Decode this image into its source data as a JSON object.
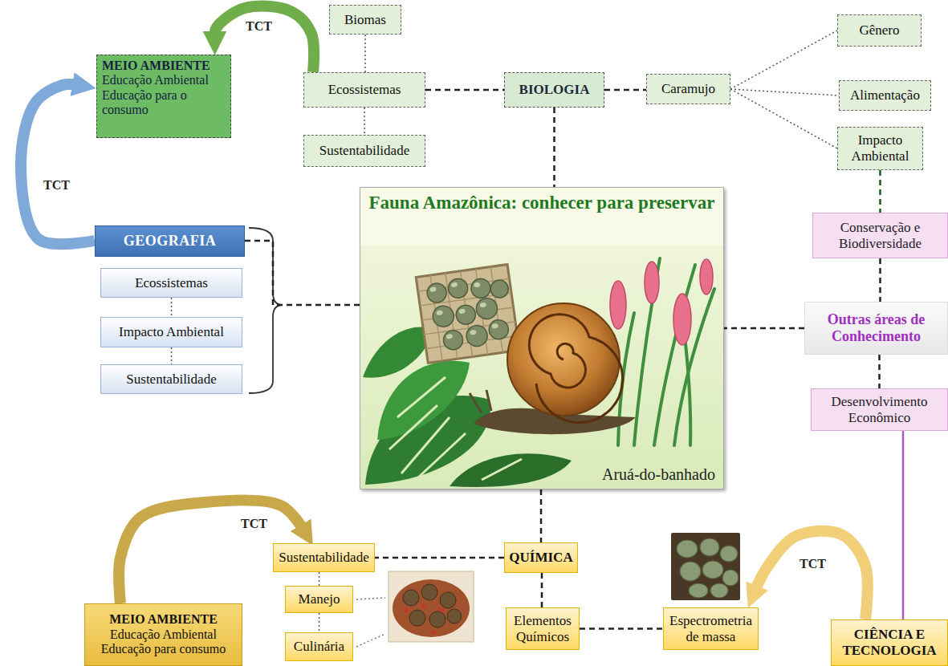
{
  "diagram": {
    "nodes": [
      {
        "text": [
          "MEIO AMBIENTE",
          "Educação Ambiental",
          "Educação para o consumo"
        ]
      },
      {
        "text": [
          "Biomas"
        ]
      },
      {
        "text": [
          "Ecossistemas"
        ]
      },
      {
        "text": [
          "BIOLOGIA"
        ]
      },
      {
        "text": [
          "Caramujo"
        ]
      },
      {
        "text": [
          "Gênero"
        ]
      },
      {
        "text": [
          "Alimentação"
        ]
      },
      {
        "text": [
          "Impacto Ambiental"
        ]
      },
      {
        "text": [
          "Sustentabilidade"
        ]
      },
      {
        "text": [
          "GEOGRAFIA"
        ]
      },
      {
        "text": [
          "Fauna Amazônica: conhecer para preservar",
          "Aruá-do-banhado"
        ]
      },
      {
        "text": [
          "Conservação e Biodiversidade"
        ]
      },
      {
        "text": [
          "Outras áreas de Conhecimento"
        ]
      },
      {
        "text": [
          "Ecossistemas"
        ]
      },
      {
        "text": [
          "Impacto Ambiental"
        ]
      },
      {
        "text": [
          "Sustentabilidade"
        ]
      },
      {
        "text": [
          "Desenvolvimento Econômico"
        ]
      },
      {
        "text": [
          "Sustentabilidade"
        ]
      },
      {
        "text": [
          "QUÍMICA"
        ]
      },
      {
        "text": [
          "Manejo"
        ]
      },
      {
        "text": [
          "MEIO AMBIENTE",
          "Educação Ambiental",
          "Educação para consumo"
        ]
      },
      {
        "text": [
          "Elementos Químicos"
        ]
      },
      {
        "text": [
          "Espectrometria de massa"
        ]
      },
      {
        "text": [
          "CIÊNCIA E TECNOLOGIA"
        ]
      },
      {
        "text": [
          "Culinária"
        ]
      }
    ],
    "edges": [
      {
        "from": 1,
        "to": 2,
        "arrow": "none"
      },
      {
        "from": 2,
        "to": 8,
        "arrow": "none"
      },
      {
        "from": 2,
        "to": 3,
        "arrow": "none"
      },
      {
        "from": 3,
        "to": 4,
        "arrow": "none"
      },
      {
        "from": 4,
        "to": 5,
        "arrow": "none"
      },
      {
        "from": 4,
        "to": 6,
        "arrow": "none"
      },
      {
        "from": 4,
        "to": 7,
        "arrow": "none"
      },
      {
        "from": 3,
        "to": 10,
        "arrow": "none"
      },
      {
        "from": 7,
        "to": 11,
        "arrow": "none"
      },
      {
        "from": 11,
        "to": 12,
        "arrow": "none"
      },
      {
        "from": 12,
        "to": 10,
        "arrow": "none"
      },
      {
        "from": 12,
        "to": 16,
        "arrow": "none"
      },
      {
        "from": 16,
        "to": 23,
        "arrow": "none"
      },
      {
        "from": 9,
        "to": 10,
        "arrow": "none"
      },
      {
        "from": 13,
        "to": 14,
        "arrow": "none"
      },
      {
        "from": 14,
        "to": 15,
        "arrow": "none"
      },
      {
        "from": 10,
        "to": 18,
        "arrow": "none"
      },
      {
        "from": 18,
        "to": 17,
        "arrow": "none"
      },
      {
        "from": 17,
        "to": 19,
        "arrow": "none"
      },
      {
        "from": 19,
        "to": 24,
        "arrow": "none"
      },
      {
        "from": 18,
        "to": 21,
        "arrow": "none"
      },
      {
        "from": 21,
        "to": 22,
        "arrow": "none"
      },
      {
        "from": 2,
        "to": 0,
        "label": "TCT",
        "arrow": "to"
      },
      {
        "from": 9,
        "to": 0,
        "label": "TCT",
        "arrow": "to"
      },
      {
        "from": 20,
        "to": 17,
        "label": "TCT",
        "arrow": "to"
      },
      {
        "from": 23,
        "to": 22,
        "label": "TCT",
        "arrow": "to"
      }
    ]
  }
}
